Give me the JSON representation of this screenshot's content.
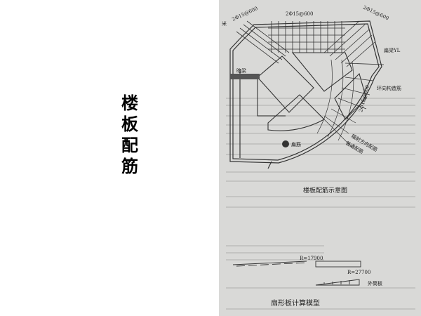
{
  "slide": {
    "title_chars": [
      "楼",
      "板",
      "配",
      "筋"
    ]
  },
  "figure": {
    "top_label": "2Φ15@600",
    "top_left_label": "2Φ15@600",
    "top_right_label": "2Φ15@600",
    "arc_label": "2Φ15@600",
    "flat_beam_label": "扁梁YL",
    "hidden_beam_label": "暗梁",
    "ring_bar_label": "环向构造筋",
    "radial_bar_label": "辐射方向配筋",
    "normal_bar_label": "普通配筋",
    "slab_label": "扁筋",
    "left_corner_label": "米",
    "caption_plan": "楼板配筋示意图",
    "r_inner": "R=17900",
    "r_outer": "R=27700",
    "outer_slab_label": "外筒板",
    "caption_model": "扇形板计算模型"
  }
}
